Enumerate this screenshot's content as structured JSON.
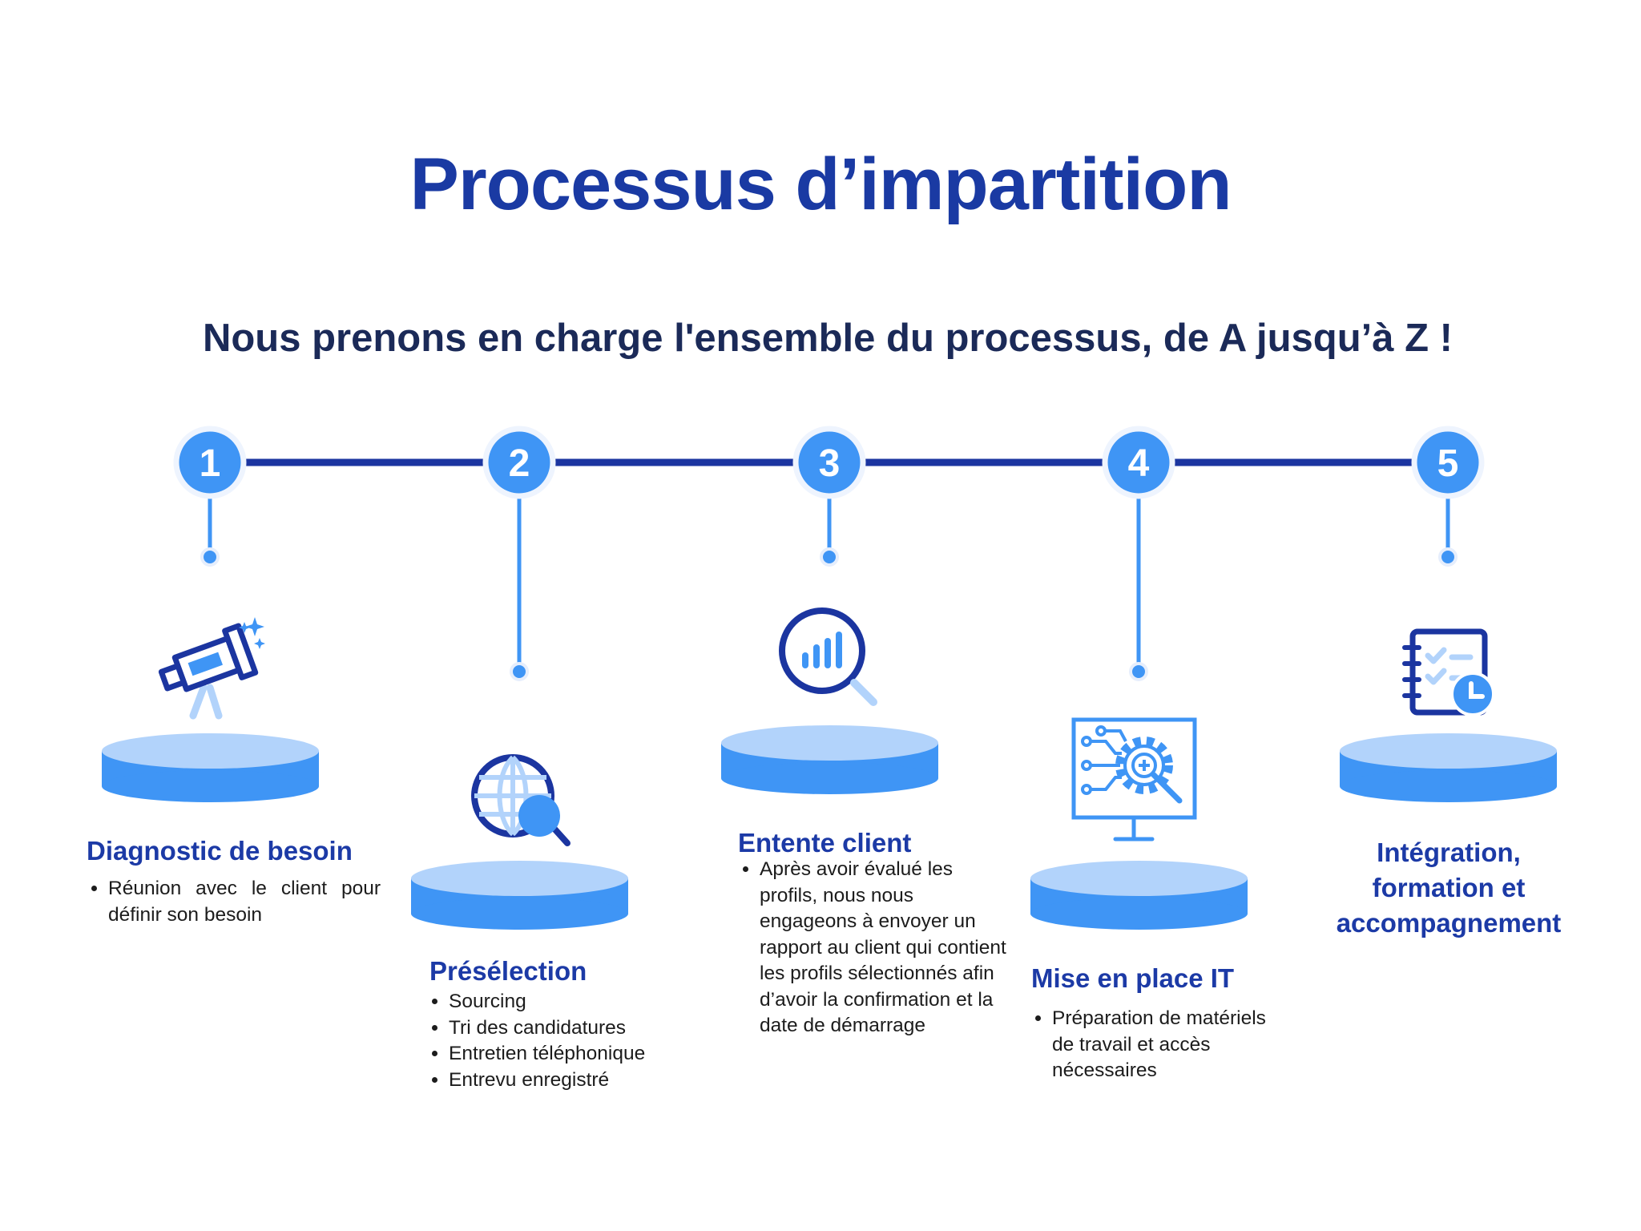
{
  "title": "Processus d’impartition",
  "subtitle": "Nous prenons en charge l'ensemble du processus, de A jusqu’à Z !",
  "colors": {
    "title": "#1a3aa3",
    "subtitle": "#1b2a58",
    "line": "#1b35a0",
    "accent": "#3f95f5",
    "accent_light": "#b2d3fb",
    "text": "#1c1c1c"
  },
  "steps": [
    {
      "number": "1",
      "icon": "telescope-icon",
      "title": "Diagnostic de besoin",
      "bullets": [
        "Réunion avec le client pour définir son besoin"
      ]
    },
    {
      "number": "2",
      "icon": "globe-search-icon",
      "title": "Présélection",
      "bullets": [
        "Sourcing",
        "Tri des candidatures",
        "Entretien téléphonique",
        "Entrevu enregistré"
      ]
    },
    {
      "number": "3",
      "icon": "analytics-search-icon",
      "title": "Entente client",
      "bullets": [
        "Après avoir évalué les profils, nous nous engageons à envoyer un rapport au client qui contient les profils sélectionnés afin d’avoir la confirmation et la date de démarrage"
      ]
    },
    {
      "number": "4",
      "icon": "monitor-gear-icon",
      "title": "Mise en place IT",
      "bullets": [
        "Préparation de matériels de travail et accès nécessaires"
      ]
    },
    {
      "number": "5",
      "icon": "checklist-clock-icon",
      "title": "Intégration, formation et accompagnement",
      "bullets": []
    }
  ]
}
